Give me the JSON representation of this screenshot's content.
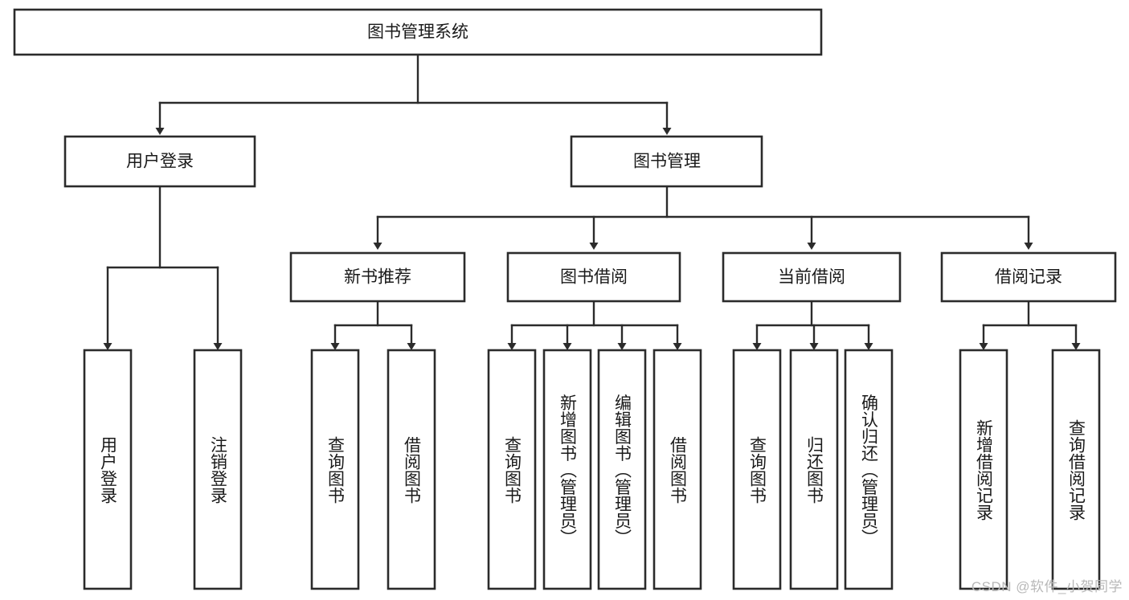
{
  "diagram": {
    "type": "tree-hierarchy",
    "title": "图书管理系统",
    "watermark": "CSDN @软件_小贺同学",
    "colors": {
      "stroke": "#2b2b2b",
      "fill": "#ffffff",
      "text": "#1a1a1a",
      "watermark": "#b8b8b8"
    },
    "levels": {
      "root": {
        "label": "图书管理系统"
      },
      "level2": [
        {
          "label": "用户登录"
        },
        {
          "label": "图书管理"
        }
      ],
      "level3": [
        {
          "label": "新书推荐"
        },
        {
          "label": "图书借阅"
        },
        {
          "label": "当前借阅"
        },
        {
          "label": "借阅记录"
        }
      ],
      "leaves": {
        "user_login": [
          {
            "label": "用户登录"
          },
          {
            "label": "注销登录"
          }
        ],
        "new_book_recommend": [
          {
            "label": "查询图书"
          },
          {
            "label": "借阅图书"
          }
        ],
        "book_borrow": [
          {
            "label": "查询图书"
          },
          {
            "label": "新增图书（管理员）"
          },
          {
            "label": "编辑图书（管理员）"
          },
          {
            "label": "借阅图书"
          }
        ],
        "current_borrow": [
          {
            "label": "查询图书"
          },
          {
            "label": "归还图书"
          },
          {
            "label": "确认归还（管理员）"
          }
        ],
        "borrow_records": [
          {
            "label": "新增借阅记录"
          },
          {
            "label": "查询借阅记录"
          }
        ]
      }
    }
  }
}
